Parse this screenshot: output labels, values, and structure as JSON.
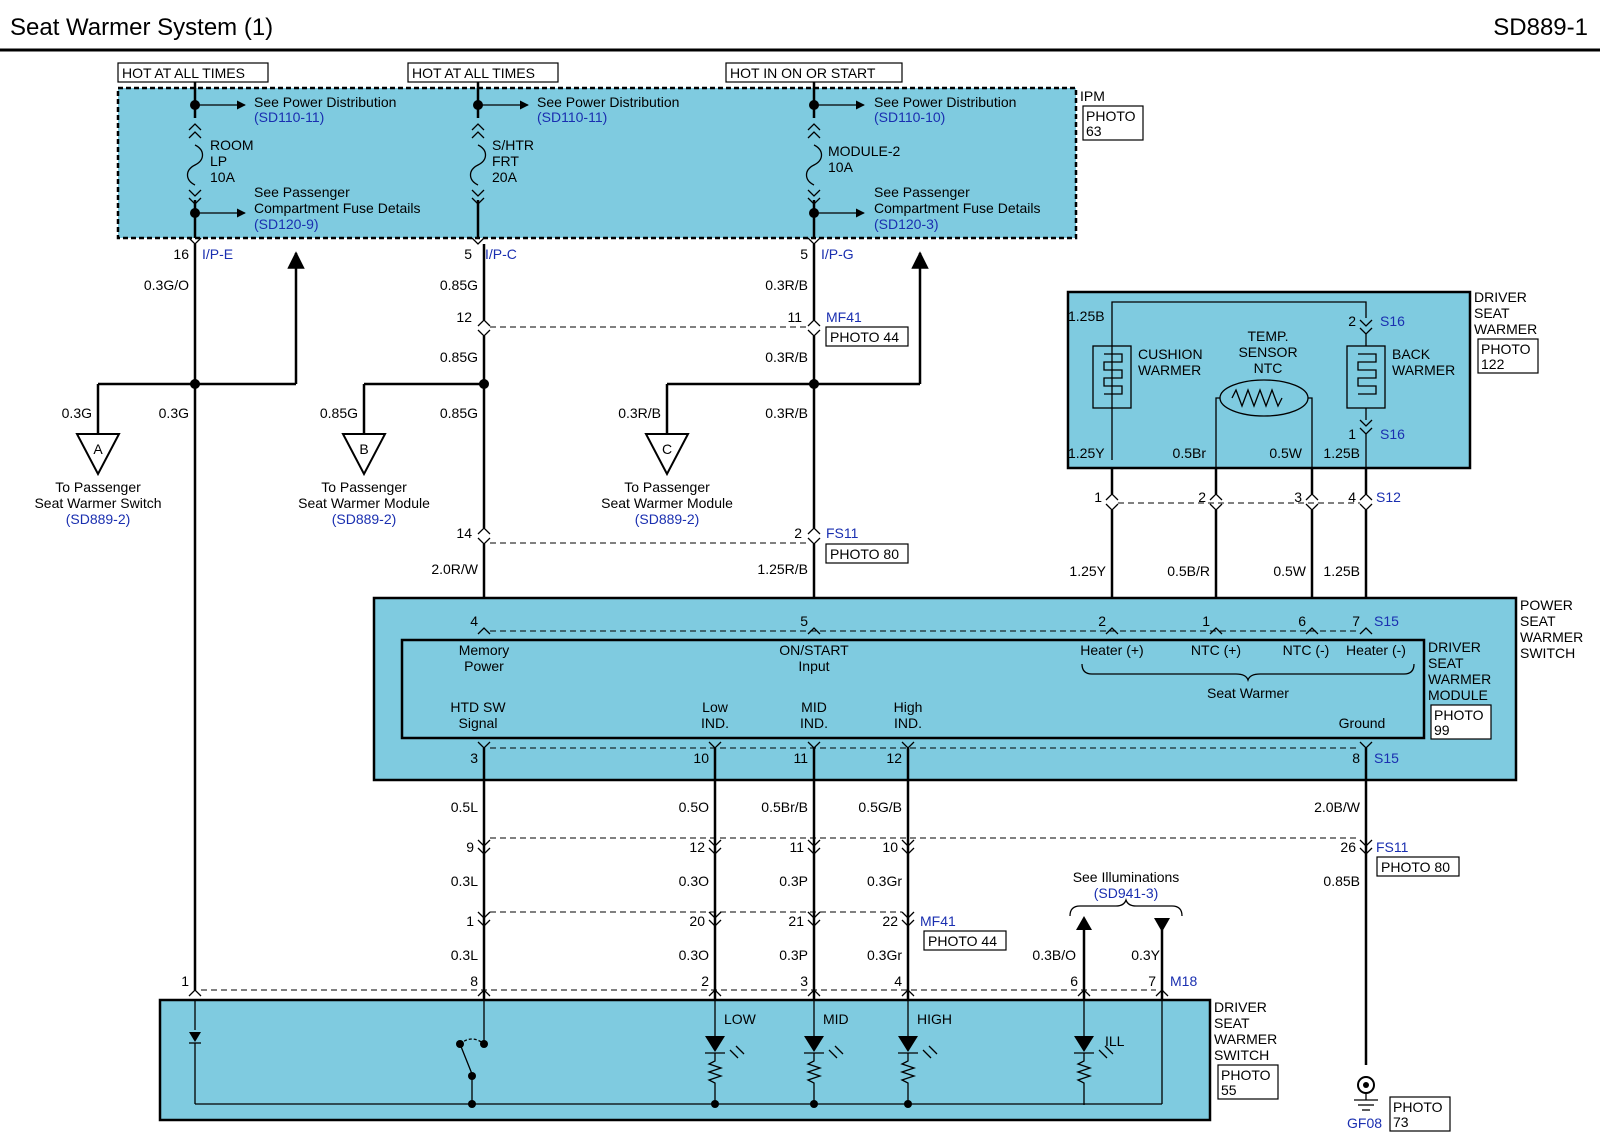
{
  "header": {
    "title": "Seat Warmer System (1)",
    "code": "SD889-1"
  },
  "ipm": {
    "label": "IPM",
    "photo": [
      "PHOTO",
      "63"
    ],
    "hot_labels": [
      "HOT AT ALL TIMES",
      "HOT AT ALL TIMES",
      "HOT IN ON OR START"
    ],
    "fuses": [
      {
        "name": [
          "ROOM",
          "LP",
          "10A"
        ],
        "see_power": "See Power Distribution",
        "power_ref": "(SD110-11)",
        "see_fuse": [
          "See Passenger",
          "Compartment Fuse Details"
        ],
        "fuse_ref": "(SD120-9)",
        "pin": "16",
        "conn": "I/P-E"
      },
      {
        "name": [
          "S/HTR",
          "FRT",
          "20A"
        ],
        "see_power": "See Power Distribution",
        "power_ref": "(SD110-11)",
        "pin": "5",
        "conn": "I/P-C"
      },
      {
        "name": [
          "MODULE-2",
          "10A"
        ],
        "see_power": "See Power Distribution",
        "power_ref": "(SD110-10)",
        "see_fuse": [
          "See Passenger",
          "Compartment Fuse Details"
        ],
        "fuse_ref": "(SD120-3)",
        "pin": "5",
        "conn": "I/P-G"
      }
    ]
  },
  "wires": {
    "w1_top": "0.3G/O",
    "w1_a": "0.3G",
    "w1_main": "0.3G",
    "w2_top": "0.85G",
    "w2_mid": "0.85G",
    "w2_b": "0.85G",
    "w2_main": "0.85G",
    "w2_low": "2.0R/W",
    "w3_top": "0.3R/B",
    "w3_mid": "0.3R/B",
    "w3_c": "0.3R/B",
    "w3_main": "0.3R/B",
    "w3_low": "1.25R/B",
    "s12": [
      "1.25Y",
      "0.5B/R",
      "0.5W",
      "1.25B"
    ],
    "dsw_top": [
      "1.25Y",
      "0.5Br",
      "0.5W",
      "1.25B",
      "1.25B"
    ],
    "out1": [
      "0.5L",
      "0.5O",
      "0.5Br/B",
      "0.5G/B",
      "2.0B/W"
    ],
    "out2": [
      "0.3L",
      "0.3O",
      "0.3P",
      "0.3Gr",
      "0.85B"
    ],
    "out3": [
      "0.3L",
      "0.3O",
      "0.3P",
      "0.3Gr",
      "0.3B/O",
      "0.3Y"
    ]
  },
  "connectors": {
    "mf41": "MF41",
    "mf41_pins": [
      "12",
      "11"
    ],
    "photo44": "PHOTO 44",
    "fs11": "FS11",
    "fs11_pins": [
      "14",
      "2"
    ],
    "photo80": "PHOTO 80",
    "s12": "S12",
    "s12_pins": [
      "1",
      "2",
      "3",
      "4"
    ],
    "s16": "S16",
    "s16_pins": [
      "2",
      "1"
    ],
    "s15": "S15",
    "s15_top_pins": [
      "4",
      "5",
      "2",
      "1",
      "6",
      "7"
    ],
    "s15_bot_pins": [
      "3",
      "10",
      "11",
      "12",
      "8"
    ],
    "fs11b_pins": [
      "9",
      "12",
      "11",
      "10",
      "26"
    ],
    "mf41b_pins": [
      "1",
      "20",
      "21",
      "22"
    ],
    "m18": "M18",
    "m18_pins": [
      "1",
      "8",
      "2",
      "3",
      "4",
      "6",
      "7"
    ]
  },
  "offpage": [
    {
      "letter": "A",
      "text": [
        "To Passenger",
        "Seat Warmer Switch"
      ],
      "ref": "(SD889-2)"
    },
    {
      "letter": "B",
      "text": [
        "To Passenger",
        "Seat Warmer Module"
      ],
      "ref": "(SD889-2)"
    },
    {
      "letter": "C",
      "text": [
        "To Passenger",
        "Seat Warmer Module"
      ],
      "ref": "(SD889-2)"
    }
  ],
  "driver_seat_warmer": {
    "label": [
      "DRIVER",
      "SEAT",
      "WARMER"
    ],
    "photo": [
      "PHOTO",
      "122"
    ],
    "cushion": [
      "CUSHION",
      "WARMER"
    ],
    "back": [
      "BACK",
      "WARMER"
    ],
    "sensor": [
      "TEMP.",
      "SENSOR",
      "NTC"
    ]
  },
  "power_switch": {
    "label": [
      "POWER",
      "SEAT",
      "WARMER",
      "SWITCH"
    ],
    "module_label": [
      "DRIVER",
      "SEAT",
      "WARMER",
      "MODULE"
    ],
    "photo": [
      "PHOTO",
      "99"
    ],
    "pins_top": [
      [
        "Memory",
        "Power"
      ],
      [
        "ON/START",
        "Input"
      ],
      [
        "Heater (+)"
      ],
      [
        "NTC (+)"
      ],
      [
        "NTC (-)"
      ],
      [
        "Heater (-)"
      ]
    ],
    "seat_warmer": "Seat Warmer",
    "pins_bot": [
      [
        "HTD SW",
        "Signal"
      ],
      [
        "Low",
        "IND."
      ],
      [
        "MID",
        "IND."
      ],
      [
        "High",
        "IND."
      ],
      [
        "Ground"
      ]
    ]
  },
  "illum": {
    "see": "See Illuminations",
    "ref": "(SD941-3)"
  },
  "driver_switch": {
    "label": [
      "DRIVER",
      "SEAT",
      "WARMER",
      "SWITCH"
    ],
    "photo": [
      "PHOTO",
      "55"
    ],
    "leds": [
      "LOW",
      "MID",
      "HIGH",
      "ILL"
    ]
  },
  "ground": {
    "name": "GF08",
    "photo": [
      "PHOTO",
      "73"
    ]
  }
}
